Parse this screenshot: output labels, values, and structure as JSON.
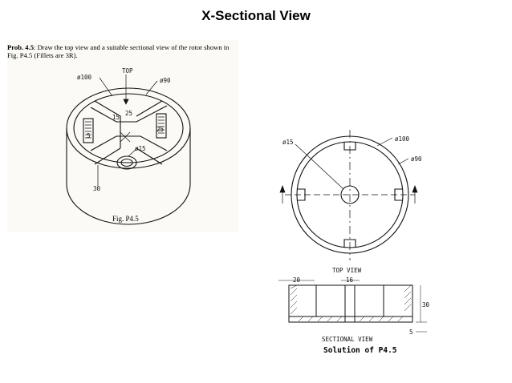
{
  "slide": {
    "title": "X-Sectional View"
  },
  "problem": {
    "label": "Prob. 4.5",
    "text": ": Draw the top view and a suitable sectional view of the rotor shown in Fig. P4.5 (Fillets are 3R)."
  },
  "figure_left": {
    "caption": "Fig. P4.5",
    "dims": {
      "top": "TOP",
      "dia100": "ø100",
      "dia90": "ø90",
      "d15": "15",
      "d25a": "25",
      "d25b": "25",
      "dia15": "ø15",
      "d5": "5",
      "d30": "30"
    }
  },
  "figure_right": {
    "top_view_label": "TOP VIEW",
    "sectional_label": "SECTIONAL VIEW",
    "caption": "Solution of P4.5",
    "dims": {
      "dia15": "ø15",
      "dia100": "ø100",
      "dia90": "ø90",
      "d20": "20",
      "d16": "16",
      "d30": "30",
      "d5": "5"
    }
  }
}
